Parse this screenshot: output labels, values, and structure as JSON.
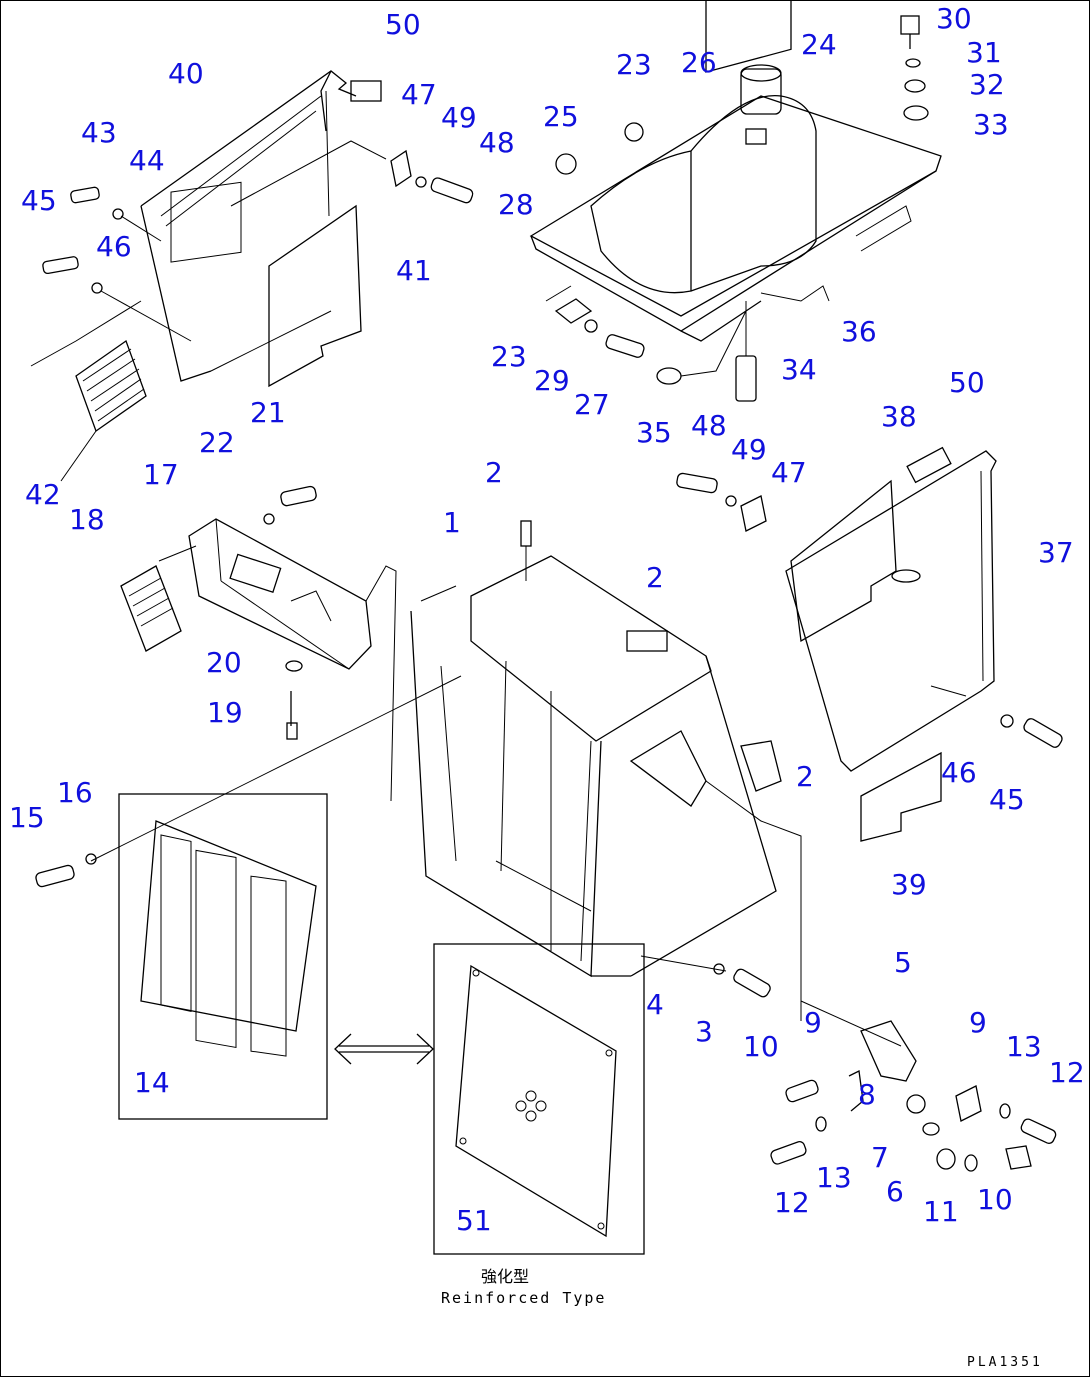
{
  "drawing_code": "PLA1351",
  "caption_native": "強化型",
  "caption_english": "Reinforced Type",
  "accent_color": "#1010dd",
  "callouts": [
    "50",
    "40",
    "47",
    "49",
    "48",
    "43",
    "44",
    "45",
    "46",
    "41",
    "42",
    "23",
    "26",
    "24",
    "25",
    "28",
    "30",
    "31",
    "32",
    "33",
    "23",
    "29",
    "27",
    "36",
    "34",
    "35",
    "50",
    "38",
    "48",
    "49",
    "47",
    "37",
    "21",
    "22",
    "17",
    "18",
    "2",
    "1",
    "2",
    "20",
    "19",
    "2",
    "16",
    "15",
    "46",
    "45",
    "39",
    "14",
    "51",
    "4",
    "3",
    "5",
    "9",
    "9",
    "10",
    "13",
    "12",
    "8",
    "7",
    "6",
    "11",
    "10",
    "13",
    "12"
  ]
}
